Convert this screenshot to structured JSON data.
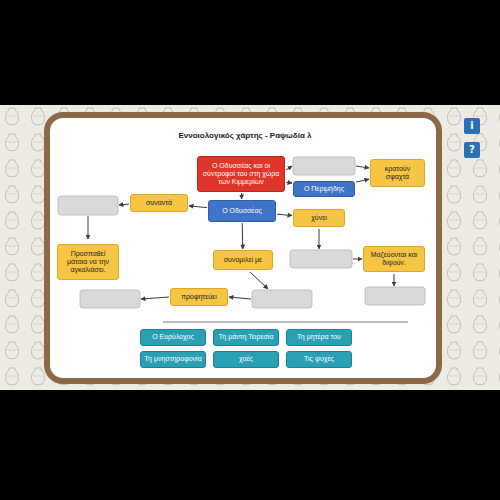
{
  "diagram": {
    "title": "Εννοιολογικός χάρτης - Ραψωδία λ",
    "nodes": [
      {
        "text": [
          "Ο Οδυσσέας και οι σύντροφοί του στη χώρα των Κιμμερίων"
        ]
      },
      {
        "text": [
          "Ο Περιμήδης"
        ]
      },
      {
        "text": [
          "κρατούν σφαχτά"
        ]
      },
      {
        "text": [
          "συναντά"
        ]
      },
      {
        "text": [
          "Ο Οδυσσέας"
        ]
      },
      {
        "text": [
          "χύνει"
        ]
      },
      {
        "text": [
          "Προσπαθεί μάταια να την αγκαλιάσει."
        ]
      },
      {
        "text": [
          "συνομιλεί με"
        ]
      },
      {
        "text": [
          "Μαζεύονται και διψούν."
        ]
      },
      {
        "text": [
          "προφητεύει"
        ]
      },
      {
        "text": [
          "Ο Ευρύλοχος"
        ]
      },
      {
        "text": [
          "Τη μάντη Τειρεσία"
        ]
      },
      {
        "text": [
          "Τη μητέρα του"
        ]
      },
      {
        "text": [
          "Τη μνηστηροφονία"
        ]
      },
      {
        "text": [
          "χοές"
        ]
      },
      {
        "text": [
          "Τις ψυχές"
        ]
      }
    ],
    "edges": [
      {
        "from": 0,
        "to": 1,
        "arrow": "to"
      },
      {
        "from": 1,
        "to": 2,
        "arrow": "to"
      },
      {
        "from": 0,
        "to": 4,
        "arrow": "to"
      },
      {
        "from": 4,
        "to": 3,
        "arrow": "to"
      },
      {
        "from": 4,
        "to": 5,
        "arrow": "to"
      },
      {
        "from": 4,
        "to": 7,
        "arrow": "to"
      }
    ],
    "labels": [
      "i",
      "?"
    ]
  }
}
